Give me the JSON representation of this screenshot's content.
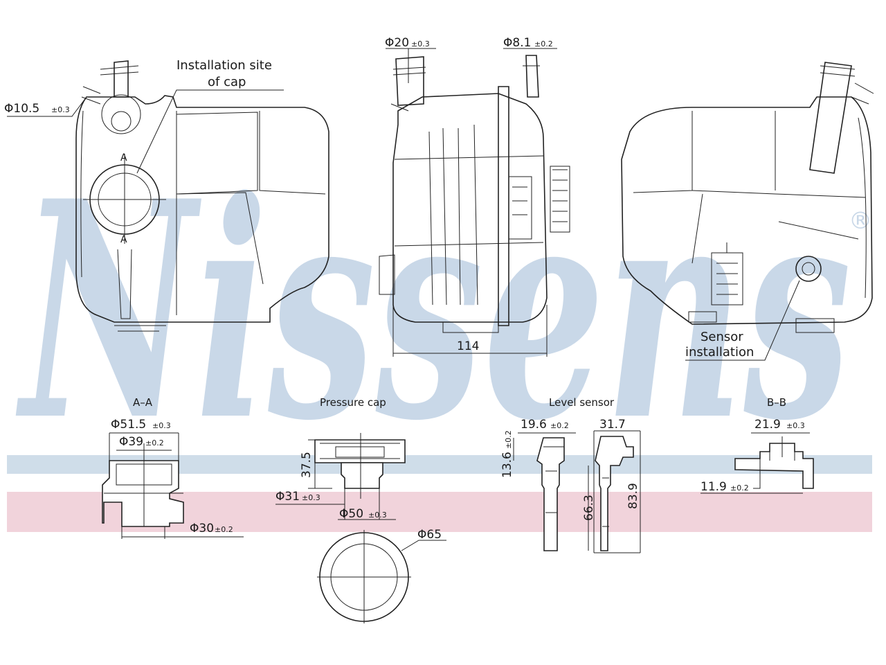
{
  "brand": {
    "watermark": "Nissens",
    "registered": "®",
    "watermark_color": "#c9d8e8",
    "band_blue": "#cfdde9",
    "band_pink": "#f1d3db",
    "line_color": "#222222"
  },
  "top_views": {
    "left": {
      "callout_line1": "Installation site",
      "callout_line2": "of cap",
      "dim_outlet": "Φ10.5",
      "dim_outlet_tol": "±0.3",
      "section_mark": "A"
    },
    "middle": {
      "dim_inlet": "Φ20",
      "dim_inlet_tol": "±0.3",
      "dim_outlet": "Φ8.1",
      "dim_outlet_tol": "±0.2",
      "width": "114"
    },
    "right": {
      "callout_line1": "Sensor",
      "callout_line2": "installation"
    }
  },
  "details": {
    "section_aa": {
      "title": "A–A",
      "d_outer": "Φ51.5",
      "d_outer_tol": "±0.3",
      "d_mid": "Φ39",
      "d_mid_tol": "±0.2",
      "d_inner": "Φ30",
      "d_inner_tol": "±0.2"
    },
    "pressure_cap": {
      "title": "Pressure cap",
      "height": "37.5",
      "d_inner": "Φ31",
      "d_inner_tol": "±0.3",
      "d_outer": "Φ50",
      "d_outer_tol": "±0.3",
      "d_top": "Φ65"
    },
    "level_sensor": {
      "title": "Level sensor",
      "w_head": "19.6",
      "w_head_tol": "±0.2",
      "h_head": "13.6",
      "h_head_tol": "±0.2",
      "w_side": "31.7",
      "len_probe": "66.3",
      "len_total": "83.9"
    },
    "section_bb": {
      "title": "B–B",
      "d_top": "21.9",
      "d_top_tol": "±0.3",
      "d_low": "11.9",
      "d_low_tol": "±0.2"
    }
  }
}
